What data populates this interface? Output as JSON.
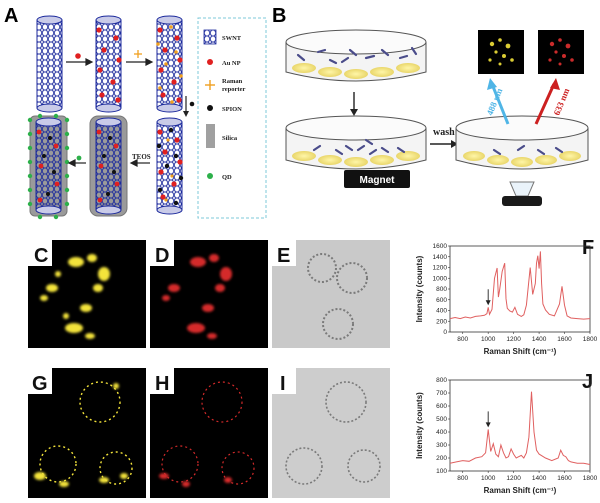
{
  "panels": {
    "A": "A",
    "B": "B",
    "C": "C",
    "D": "D",
    "E": "E",
    "F": "F",
    "G": "G",
    "H": "H",
    "I": "I",
    "J": "J"
  },
  "legend": {
    "swnt": "SWNT",
    "au": "Au NP",
    "raman_1": "Raman",
    "raman_2": "reporter",
    "spion": "SPION",
    "silica": "Silica",
    "qd": "QD"
  },
  "schemeA": {
    "teos": "TEOS"
  },
  "schemeB": {
    "magnet": "Magnet",
    "wash": "wash",
    "ex1": "488 nm",
    "ex2": "633 nm"
  },
  "colors": {
    "yellow": "#f3e33a",
    "red": "#e03030",
    "spectrum": "#e06060",
    "dashed": "#7ec8d8",
    "blue_arrow": "#4fb5e6",
    "red_arrow": "#cc2020"
  },
  "chart_data": [
    {
      "type": "line",
      "id": "F",
      "xlabel": "Raman Shift (cm⁻¹)",
      "ylabel": "Intensity (counts)",
      "xlim": [
        700,
        1800
      ],
      "ylim": [
        0,
        1600
      ],
      "xticks": [
        800,
        1000,
        1200,
        1400,
        1600,
        1800
      ],
      "yticks": [
        0,
        200,
        400,
        600,
        800,
        1000,
        1200,
        1400,
        1600
      ],
      "arrow_at": 1000,
      "x": [
        700,
        740,
        780,
        820,
        860,
        900,
        940,
        970,
        990,
        1000,
        1010,
        1030,
        1050,
        1070,
        1080,
        1090,
        1110,
        1130,
        1140,
        1150,
        1170,
        1190,
        1210,
        1230,
        1260,
        1280,
        1300,
        1330,
        1350,
        1370,
        1380,
        1390,
        1400,
        1410,
        1420,
        1430,
        1450,
        1480,
        1520,
        1560,
        1580,
        1600,
        1620,
        1650,
        1700,
        1750,
        1800
      ],
      "y": [
        250,
        270,
        250,
        280,
        260,
        290,
        300,
        310,
        340,
        460,
        330,
        420,
        1000,
        1190,
        650,
        780,
        1130,
        1280,
        620,
        440,
        390,
        370,
        460,
        330,
        290,
        320,
        500,
        1200,
        700,
        900,
        1280,
        1420,
        1180,
        1500,
        900,
        520,
        410,
        330,
        300,
        520,
        850,
        500,
        300,
        260,
        250,
        240,
        250
      ]
    },
    {
      "type": "line",
      "id": "J",
      "xlabel": "Raman Shift (cm⁻¹)",
      "ylabel": "Intensity (counts)",
      "xlim": [
        700,
        1800
      ],
      "ylim": [
        100,
        800
      ],
      "xticks": [
        800,
        1000,
        1200,
        1400,
        1600,
        1800
      ],
      "yticks": [
        100,
        200,
        300,
        400,
        500,
        600,
        700,
        800
      ],
      "arrow_at": 1000,
      "x": [
        700,
        750,
        800,
        850,
        900,
        950,
        980,
        1000,
        1020,
        1040,
        1060,
        1080,
        1100,
        1120,
        1140,
        1160,
        1180,
        1200,
        1220,
        1240,
        1260,
        1280,
        1300,
        1320,
        1340,
        1360,
        1380,
        1400,
        1450,
        1500,
        1550,
        1570,
        1590,
        1610,
        1630,
        1650,
        1700,
        1750,
        1800
      ],
      "y": [
        160,
        170,
        180,
        175,
        200,
        210,
        240,
        420,
        250,
        310,
        230,
        210,
        300,
        240,
        200,
        210,
        270,
        230,
        200,
        210,
        220,
        200,
        240,
        360,
        710,
        400,
        260,
        230,
        200,
        180,
        200,
        260,
        220,
        210,
        180,
        170,
        160,
        160,
        150
      ]
    }
  ]
}
